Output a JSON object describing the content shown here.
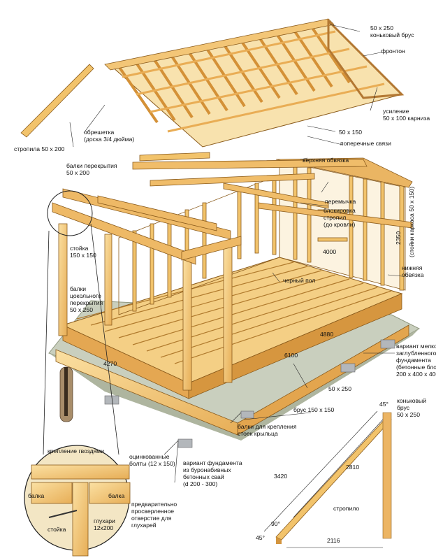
{
  "labels": {
    "ridge_beam": "50 х 250\nконьковый брус",
    "gable": "фронтон",
    "eave_reinforce": "усиление\n50 х 100 карниза",
    "size_50x150": "50 х 150",
    "cross_ties": "поперечные связи",
    "lathing": "обрешетка\n(доска 3/4 дюйма)",
    "rafters": "стропила 50 х 200",
    "floor_beams": "балки перекрытия\n50 х 200",
    "top_plate": "верхняя обвязка",
    "lintel": "перемычка",
    "rafter_block": "блокировка\nстропил\n(до кровли)",
    "post": "стойка\n150 х 150",
    "plinth_beams": "балки\nцокольного\nперекрытия\n50 х 250",
    "subfloor": "черный пол",
    "bottom_plate": "нижняя\nобвязка",
    "shallow_foundation": "вариант мелко-\nзаглубленного\nфундамента\n(бетонные блоки\n200 х 400 х 400)",
    "size_50x250": "50 х 250",
    "beam_150": "брус 150 х 150",
    "porch_beams": "балки для крепления\nстоек крыльца",
    "galv_bolts": "оцинкованные\nболты (12 х 150)",
    "pile_foundation": "вариант фундамента\nиз буронабивных\nбетонных свай\n(d 200 - 300)",
    "nail_fix": "крепление гвоздями",
    "beam_left": "балка",
    "beam_right": "балка",
    "predrilled": "предварительно\nпросверленное\nотверстие для\nглухарей",
    "lag_bolts": "глухари\n12х200",
    "post_small": "стойка",
    "ridge_small": "коньковый\nбрус\n50 х 250",
    "rafter_word": "стропило",
    "frame_posts": "(стойки каркаса 50 х 150)"
  },
  "dimensions": {
    "d2350": "2350",
    "d4000": "4000",
    "d4880": "4880",
    "d6100": "6100",
    "d4270": "4270",
    "d3420": "3420",
    "d2810": "2810",
    "d2116": "2116",
    "a45_top": "45°",
    "a90": "90°",
    "a45_bottom": "45°"
  },
  "colors": {
    "wood": "#f2c36b",
    "wood_light": "#f8dc9a",
    "wood_dark": "#c98a35",
    "ground": "#cfd3c4",
    "ground_dark": "#9aa28c",
    "concrete": "#a9adb1",
    "line": "#1a1a1a"
  }
}
